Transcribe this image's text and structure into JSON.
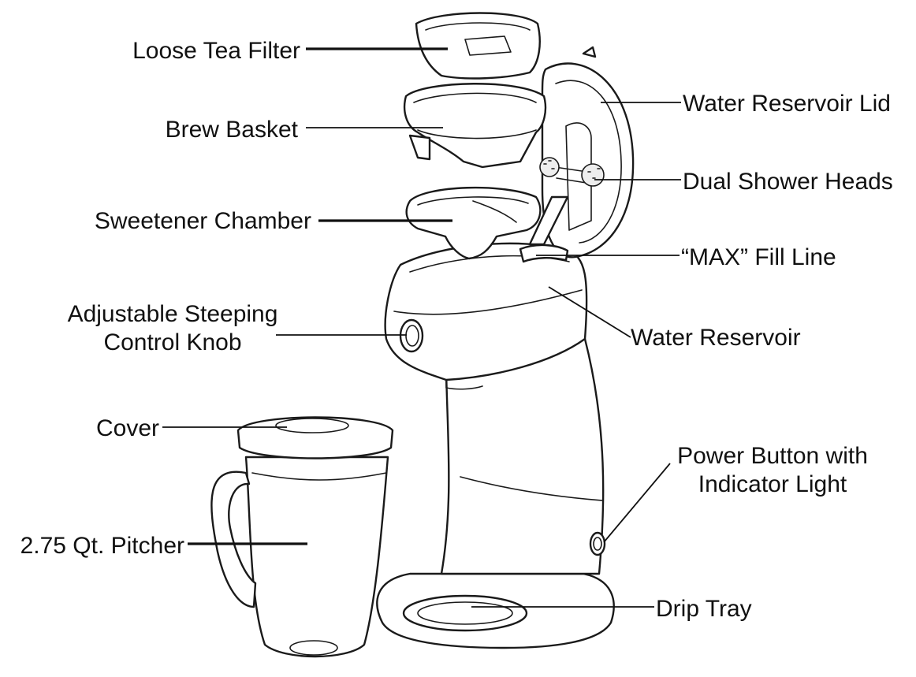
{
  "diagram": {
    "labels": {
      "loose_tea_filter": "Loose Tea Filter",
      "brew_basket": "Brew Basket",
      "sweetener_chamber": "Sweetener Chamber",
      "knob_line1": "Adjustable Steeping",
      "knob_line2": "Control Knob",
      "cover": "Cover",
      "pitcher": "2.75 Qt. Pitcher",
      "water_reservoir_lid": "Water Reservoir Lid",
      "dual_shower_heads": "Dual Shower Heads",
      "max_fill_line": "“MAX” Fill Line",
      "water_reservoir": "Water Reservoir",
      "power_line1": "Power Button with",
      "power_line2": "Indicator Light",
      "drip_tray": "Drip Tray"
    },
    "colors": {
      "ink": "#111111",
      "background": "#ffffff"
    }
  }
}
